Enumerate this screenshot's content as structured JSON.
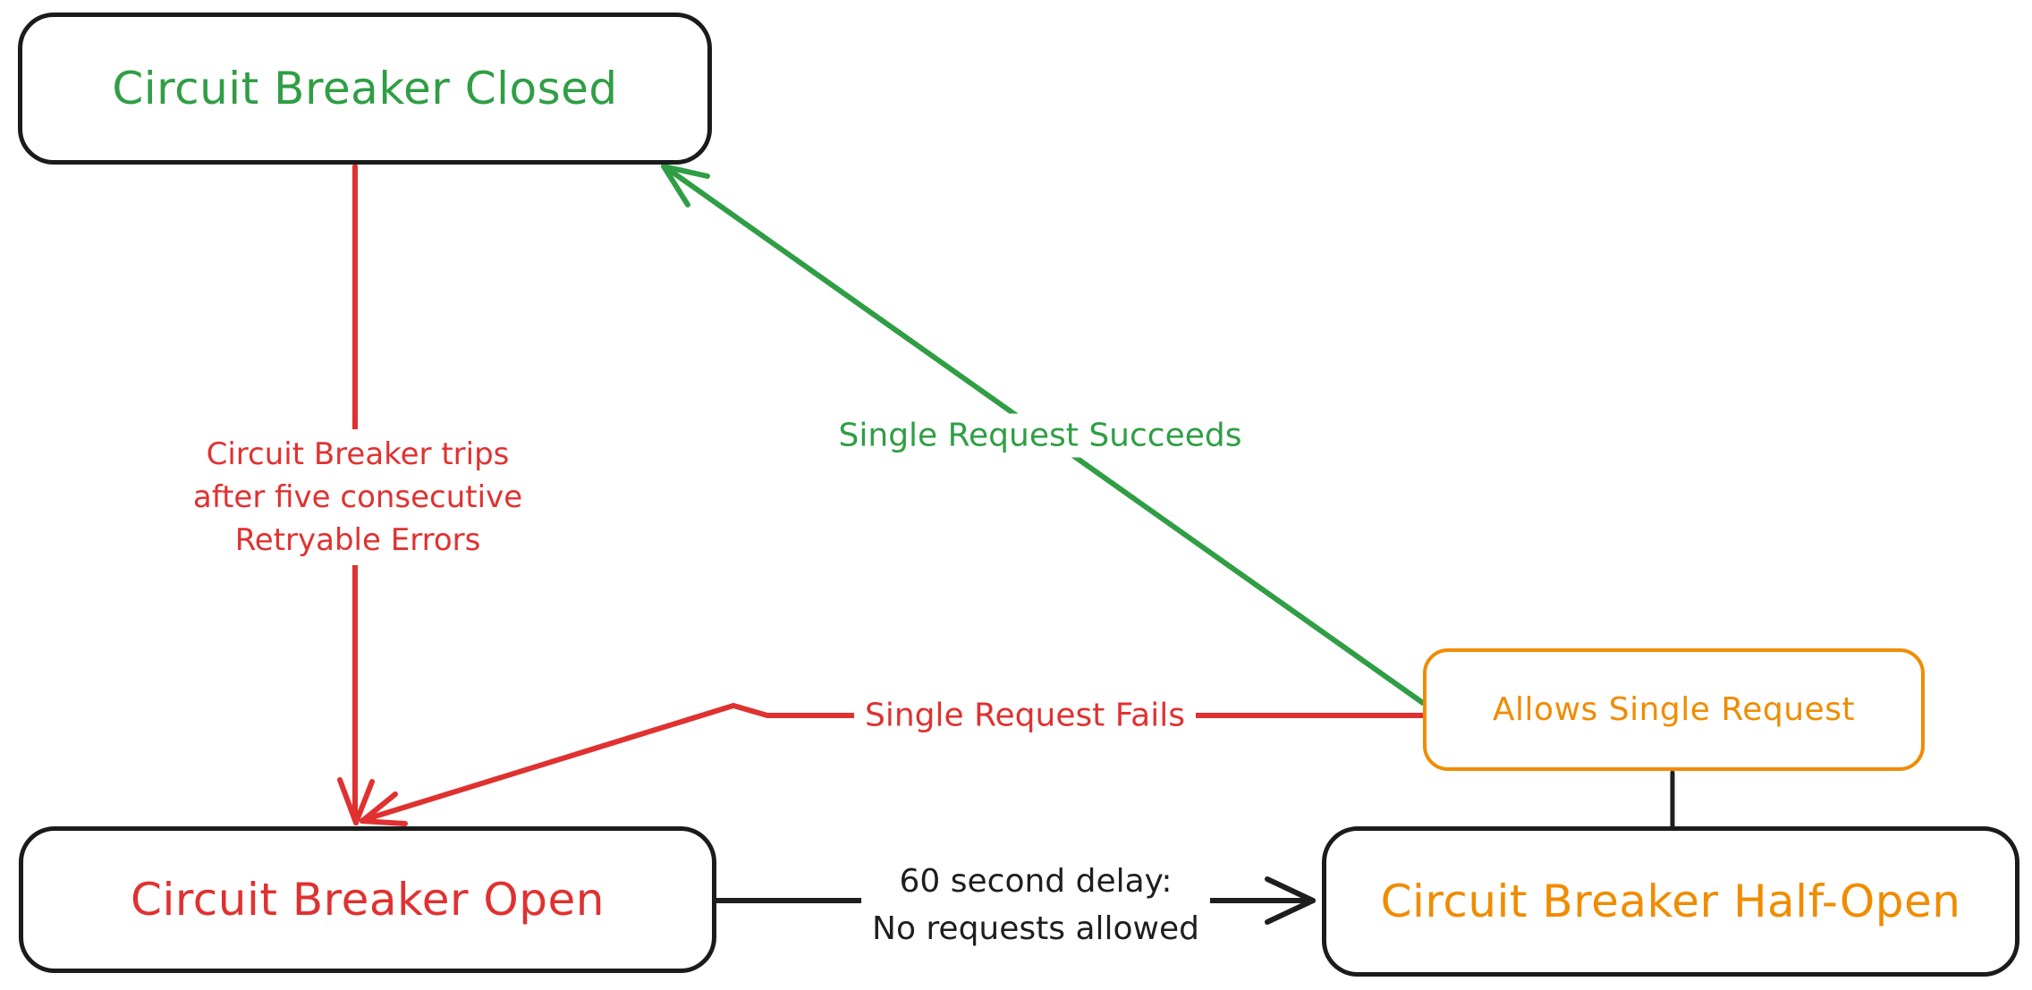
{
  "nodes": {
    "closed": {
      "label": "Circuit Breaker Closed"
    },
    "open": {
      "label": "Circuit Breaker Open"
    },
    "half_open": {
      "label": "Circuit Breaker Half-Open"
    },
    "allows": {
      "label": "Allows Single Request"
    }
  },
  "edges": {
    "trip": {
      "lines": [
        "Circuit Breaker trips",
        "after five consecutive",
        "Retryable Errors"
      ]
    },
    "succeeds": {
      "label": "Single Request Succeeds"
    },
    "fails": {
      "label": "Single Request Fails"
    },
    "delay": {
      "lines": [
        "60 second delay:",
        "No requests allowed"
      ]
    }
  },
  "colors": {
    "closed_text": "#2f9e44",
    "open_text": "#e03131",
    "half_open_text": "#f08c00",
    "allows_border": "#f08c00",
    "node_border": "#1b1b1b",
    "arrow_red": "#e03131",
    "arrow_green": "#2f9e44",
    "arrow_black": "#1e1e1e",
    "background": "#ffffff"
  }
}
